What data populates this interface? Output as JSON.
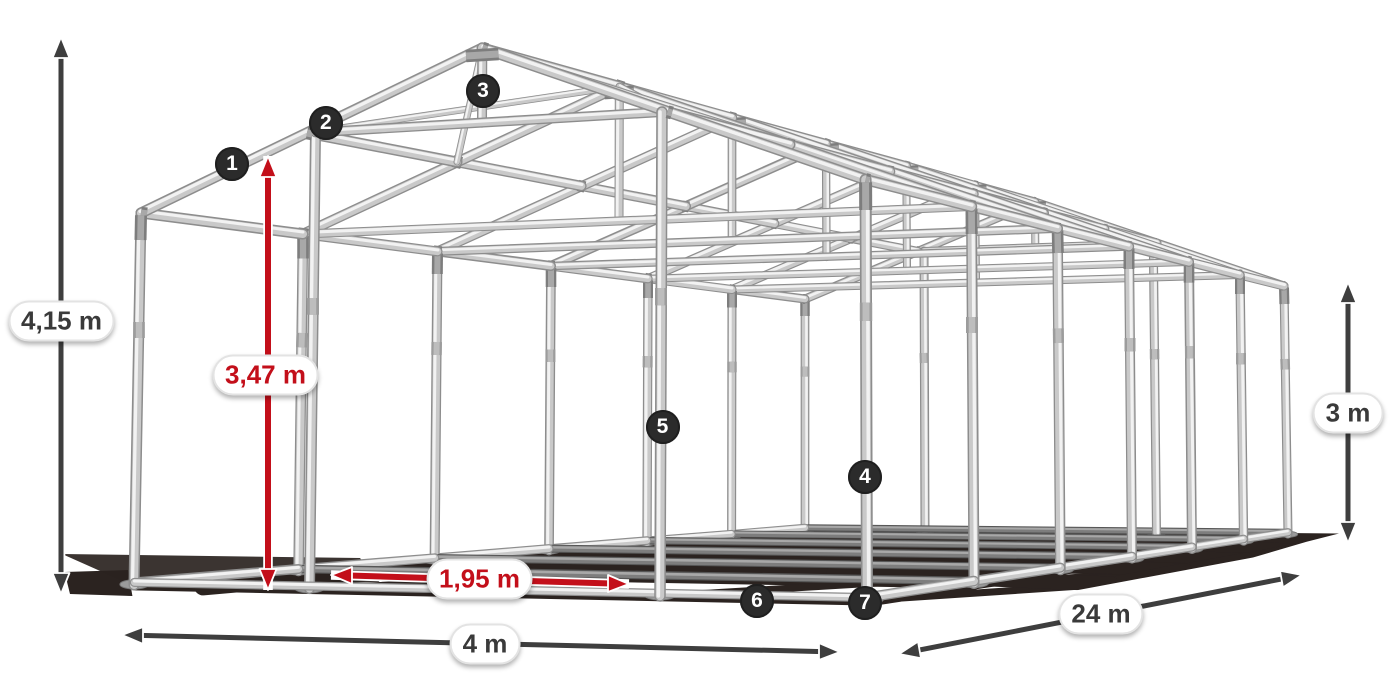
{
  "diagram": {
    "title": "Tent frame construction diagram",
    "background": "#ffffff",
    "structure": "galvanized steel tube frame, gabled tent 4 m x 24 m, side height 3 m, ridge height 4.15 m"
  },
  "colors": {
    "dimension_dark": "#3e3e3e",
    "dimension_red": "#c30f1a",
    "badge_background": "#2b2b2b",
    "badge_text": "#ffffff",
    "pill_background": "#ffffff",
    "pill_text_dark": "#3a3a3a",
    "pill_text_red": "#c30f1a",
    "tube_color": "#c9c9c9"
  },
  "dimensions": {
    "total_height": {
      "label": "4,15 m",
      "style": "dark"
    },
    "clearance_height": {
      "label": "3,47 m",
      "style": "red"
    },
    "door_width": {
      "label": "1,95 m",
      "style": "red"
    },
    "width": {
      "label": "4 m",
      "style": "dark"
    },
    "length": {
      "label": "24 m",
      "style": "dark"
    },
    "side_height": {
      "label": "3 m",
      "style": "dark"
    }
  },
  "part_markers": [
    {
      "number": "1"
    },
    {
      "number": "2"
    },
    {
      "number": "3"
    },
    {
      "number": "4"
    },
    {
      "number": "5"
    },
    {
      "number": "6"
    },
    {
      "number": "7"
    }
  ]
}
